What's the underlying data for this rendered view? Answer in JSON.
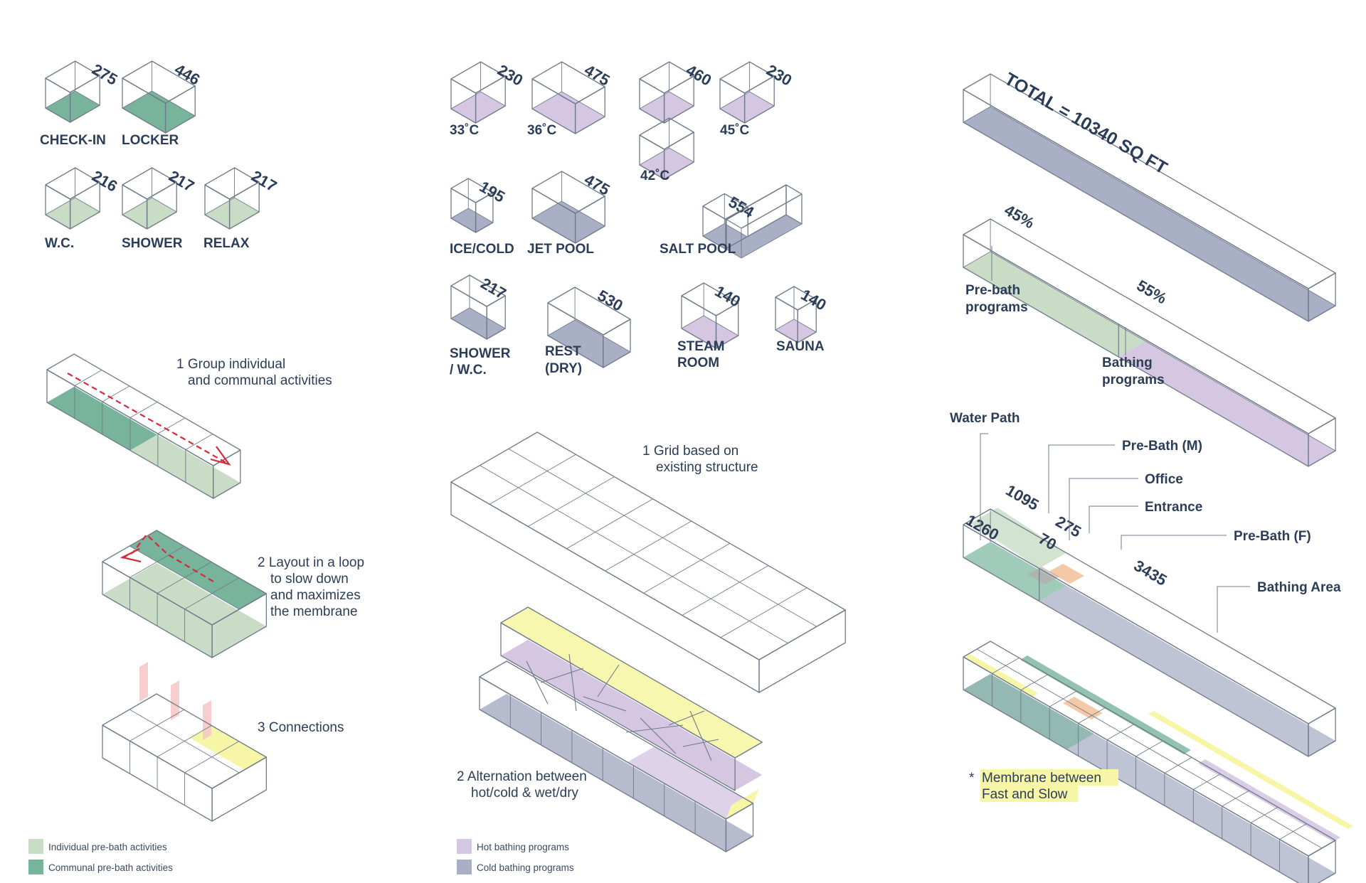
{
  "colors": {
    "individual": "#c8dcc6",
    "communal": "#78b39c",
    "hot": "#d5c7e2",
    "cold": "#a9b0c6",
    "yellow": "#f7f6a6",
    "orange": "#f3c9a8",
    "pink": "#f4c6c6",
    "line": "#6f7b89",
    "red": "#d42a3c",
    "text": "#2c3e57"
  },
  "pre_bath_boxes": [
    {
      "value": "275",
      "label": "CHECK-IN",
      "fill": "communal"
    },
    {
      "value": "446",
      "label": "LOCKER",
      "fill": "communal"
    },
    {
      "value": "216",
      "label": "W.C.",
      "fill": "individual"
    },
    {
      "value": "217",
      "label": "SHOWER",
      "fill": "individual"
    },
    {
      "value": "217",
      "label": "RELAX",
      "fill": "individual"
    }
  ],
  "bathing_boxes": [
    {
      "value": "230",
      "label": "33˚C",
      "fill": "hot"
    },
    {
      "value": "475",
      "label": "36˚C",
      "fill": "hot"
    },
    {
      "value": "460",
      "label": "",
      "fill": "hot"
    },
    {
      "value": "",
      "label": "42˚C",
      "fill": "hot"
    },
    {
      "value": "230",
      "label": "45˚C",
      "fill": "hot"
    },
    {
      "value": "195",
      "label": "ICE/COLD",
      "fill": "cold"
    },
    {
      "value": "475",
      "label": "JET POOL",
      "fill": "cold"
    },
    {
      "value": "554",
      "label": "SALT POOL",
      "fill": "cold"
    },
    {
      "value": "217",
      "label": "SHOWER",
      "label2": "/ W.C.",
      "fill": "cold"
    },
    {
      "value": "530",
      "label": "REST",
      "label2": "(DRY)",
      "fill": "cold"
    },
    {
      "value": "140",
      "label": "STEAM",
      "label2": "ROOM",
      "fill": "hot"
    },
    {
      "value": "140",
      "label": "SAUNA",
      "fill": "hot"
    }
  ],
  "steps_left": [
    {
      "number": "1",
      "line1": "Group individual",
      "line2": "and communal activities"
    },
    {
      "number": "2",
      "line1": "Layout in a loop",
      "line2": "to slow down",
      "line3": "and maximizes",
      "line4": "the membrane"
    },
    {
      "number": "3",
      "line1": "Connections"
    }
  ],
  "steps_middle": [
    {
      "number": "1",
      "line1": "Grid based on",
      "line2": "existing structure"
    },
    {
      "number": "2",
      "line1": "Alternation between",
      "line2": "hot/cold & wet/dry"
    }
  ],
  "summary": {
    "total": "TOTAL = 10340 SQ FT",
    "pct_prebath": "45%",
    "pct_bathing": "55%",
    "prebath_label": [
      "Pre-bath",
      "programs"
    ],
    "bathing_label": [
      "Bathing",
      "programs"
    ]
  },
  "plan": {
    "callouts": {
      "water_path": "Water Path",
      "prebath_m": "Pre-Bath (M)",
      "office": "Office",
      "entrance": "Entrance",
      "prebath_f": "Pre-Bath (F)",
      "bathing_area": "Bathing Area"
    },
    "values": {
      "v1260": "1260",
      "v1095": "1095",
      "v70": "70",
      "v275": "275",
      "v3435": "3435"
    }
  },
  "membrane_note": {
    "star": "*",
    "line1": "Membrane between",
    "line2": "Fast and Slow"
  },
  "legend": [
    {
      "label": "Individual pre-bath activities",
      "fill": "individual"
    },
    {
      "label": "Communal pre-bath activities",
      "fill": "communal"
    },
    {
      "label": "Hot bathing programs",
      "fill": "hot"
    },
    {
      "label": "Cold bathing programs",
      "fill": "cold"
    }
  ]
}
